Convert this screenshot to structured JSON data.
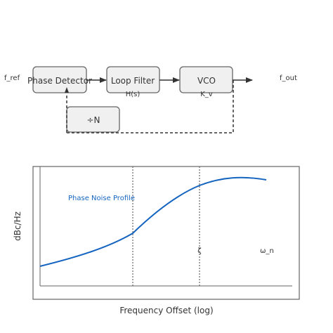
{
  "diagram": {
    "input_label": "f_ref",
    "output_label": "f_out",
    "blocks": {
      "phase_detector": "Phase Detector",
      "loop_filter": "Loop Filter",
      "vco": "VCO",
      "divider": "÷N"
    },
    "sub_labels": {
      "loop_filter": "H(s)",
      "vco": "K_v"
    }
  },
  "plot": {
    "xlabel": "Frequency Offset (log)",
    "ylabel": "dBc/Hz",
    "curve_label": "Phase Noise Profile",
    "markers": [
      "ζ",
      "ω_n"
    ],
    "colors": {
      "curve": "#1565c0",
      "frame": "#666666",
      "marker_line": "#666666"
    }
  }
}
